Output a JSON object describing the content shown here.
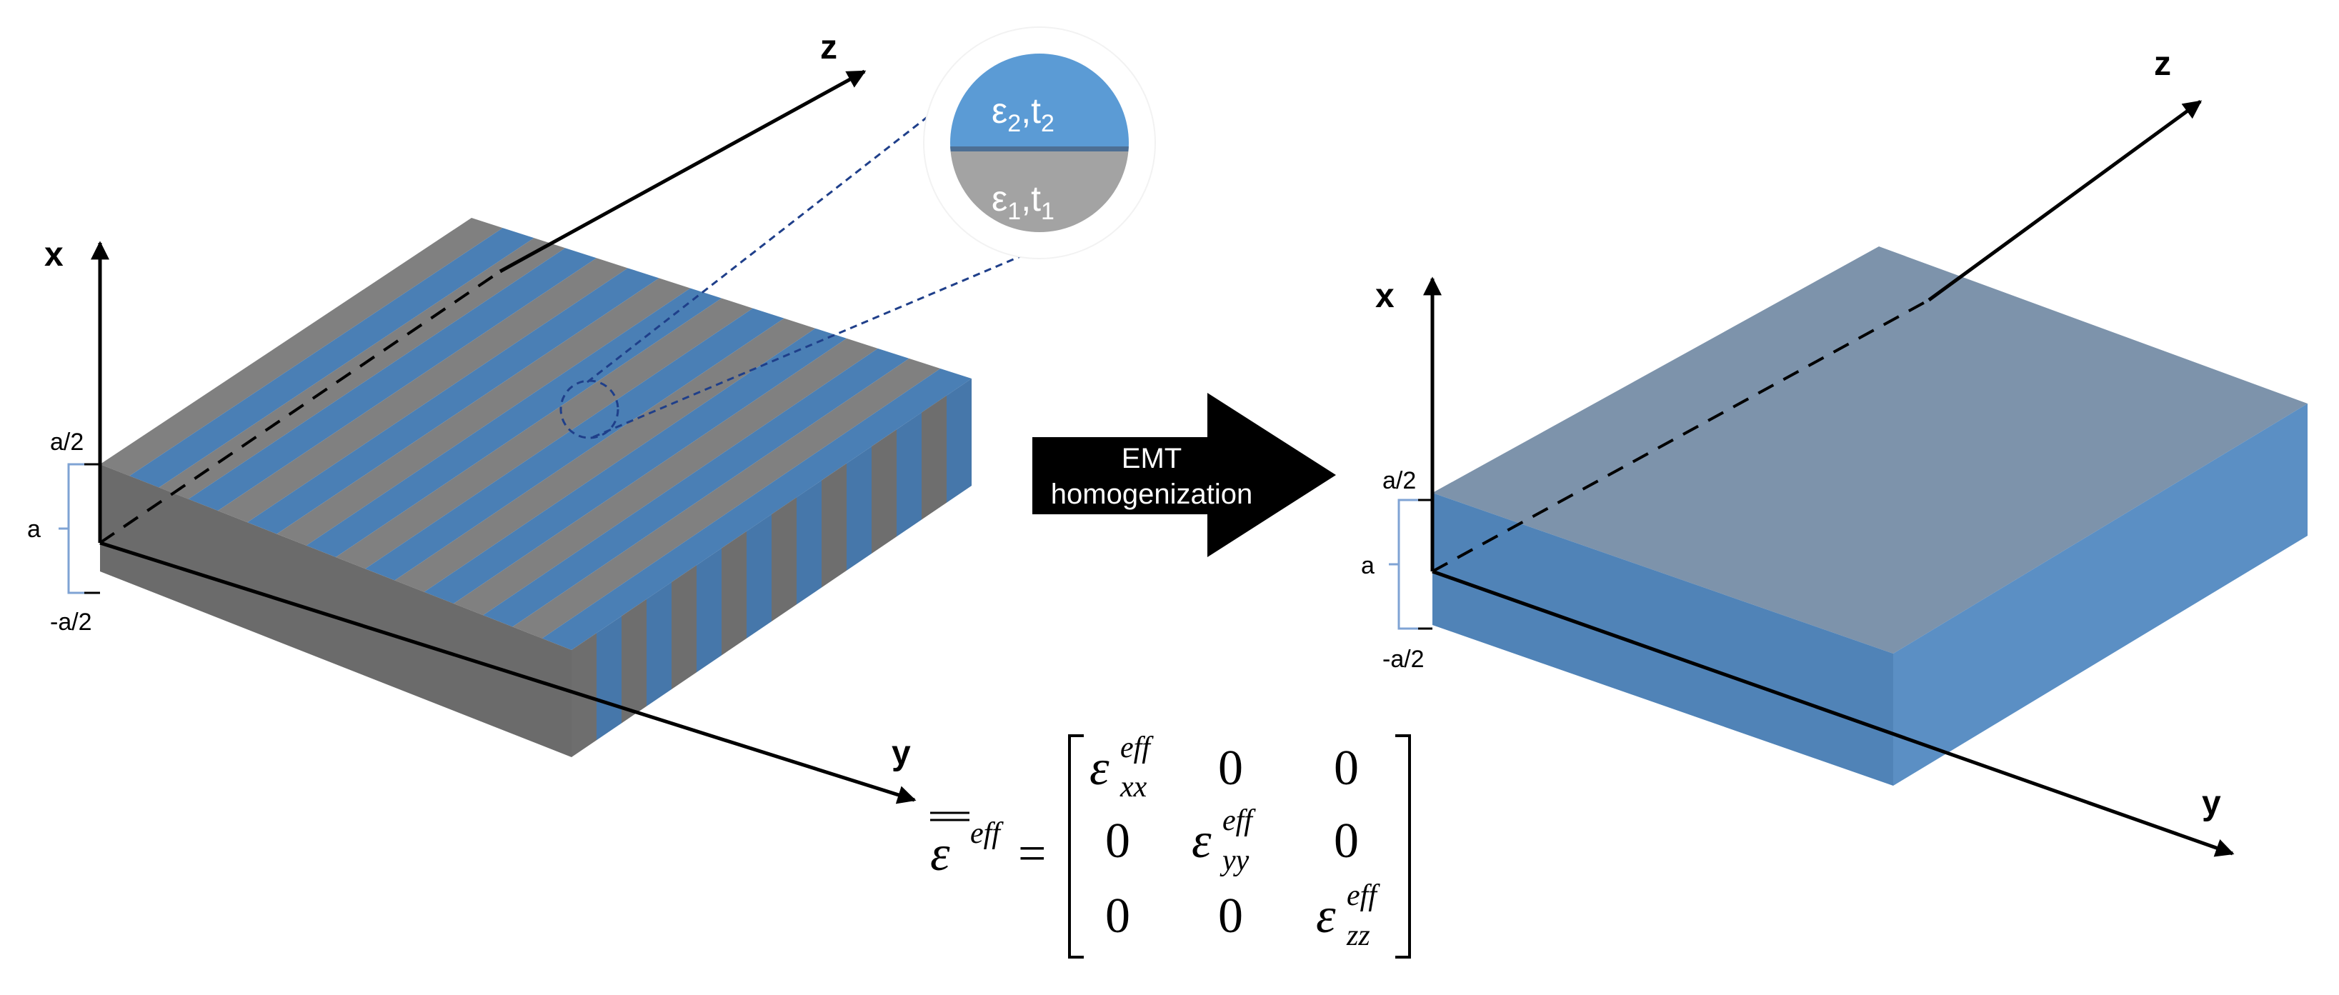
{
  "left_panel": {
    "axis_x": "x",
    "axis_y": "y",
    "axis_z": "z",
    "dim_top": "a/2",
    "dim_mid": "a",
    "dim_bottom": "-a/2",
    "colors": {
      "layer1": "#808080",
      "layer2": "#4a7fb5"
    }
  },
  "inset": {
    "top_eps": "ε",
    "top_eps_sub": "2",
    "top_sep": ",",
    "top_t": "t",
    "top_t_sub": "2",
    "bottom_eps": "ε",
    "bottom_eps_sub": "1",
    "bottom_sep": ",",
    "bottom_t": "t",
    "bottom_t_sub": "1"
  },
  "arrow": {
    "line1": "EMT",
    "line2": "homogenization"
  },
  "right_panel": {
    "axis_x": "x",
    "axis_y": "y",
    "axis_z": "z",
    "dim_top": "a/2",
    "dim_mid": "a",
    "dim_bottom": "-a/2",
    "colors": {
      "block": "#5b8fc4"
    }
  },
  "equation": {
    "lhs_symbol": "ε",
    "lhs_sup": "eff",
    "equals": "=",
    "eps": "ε",
    "sup": "eff",
    "sub_xx": "xx",
    "sub_yy": "yy",
    "sub_zz": "zz",
    "zero": "0"
  }
}
